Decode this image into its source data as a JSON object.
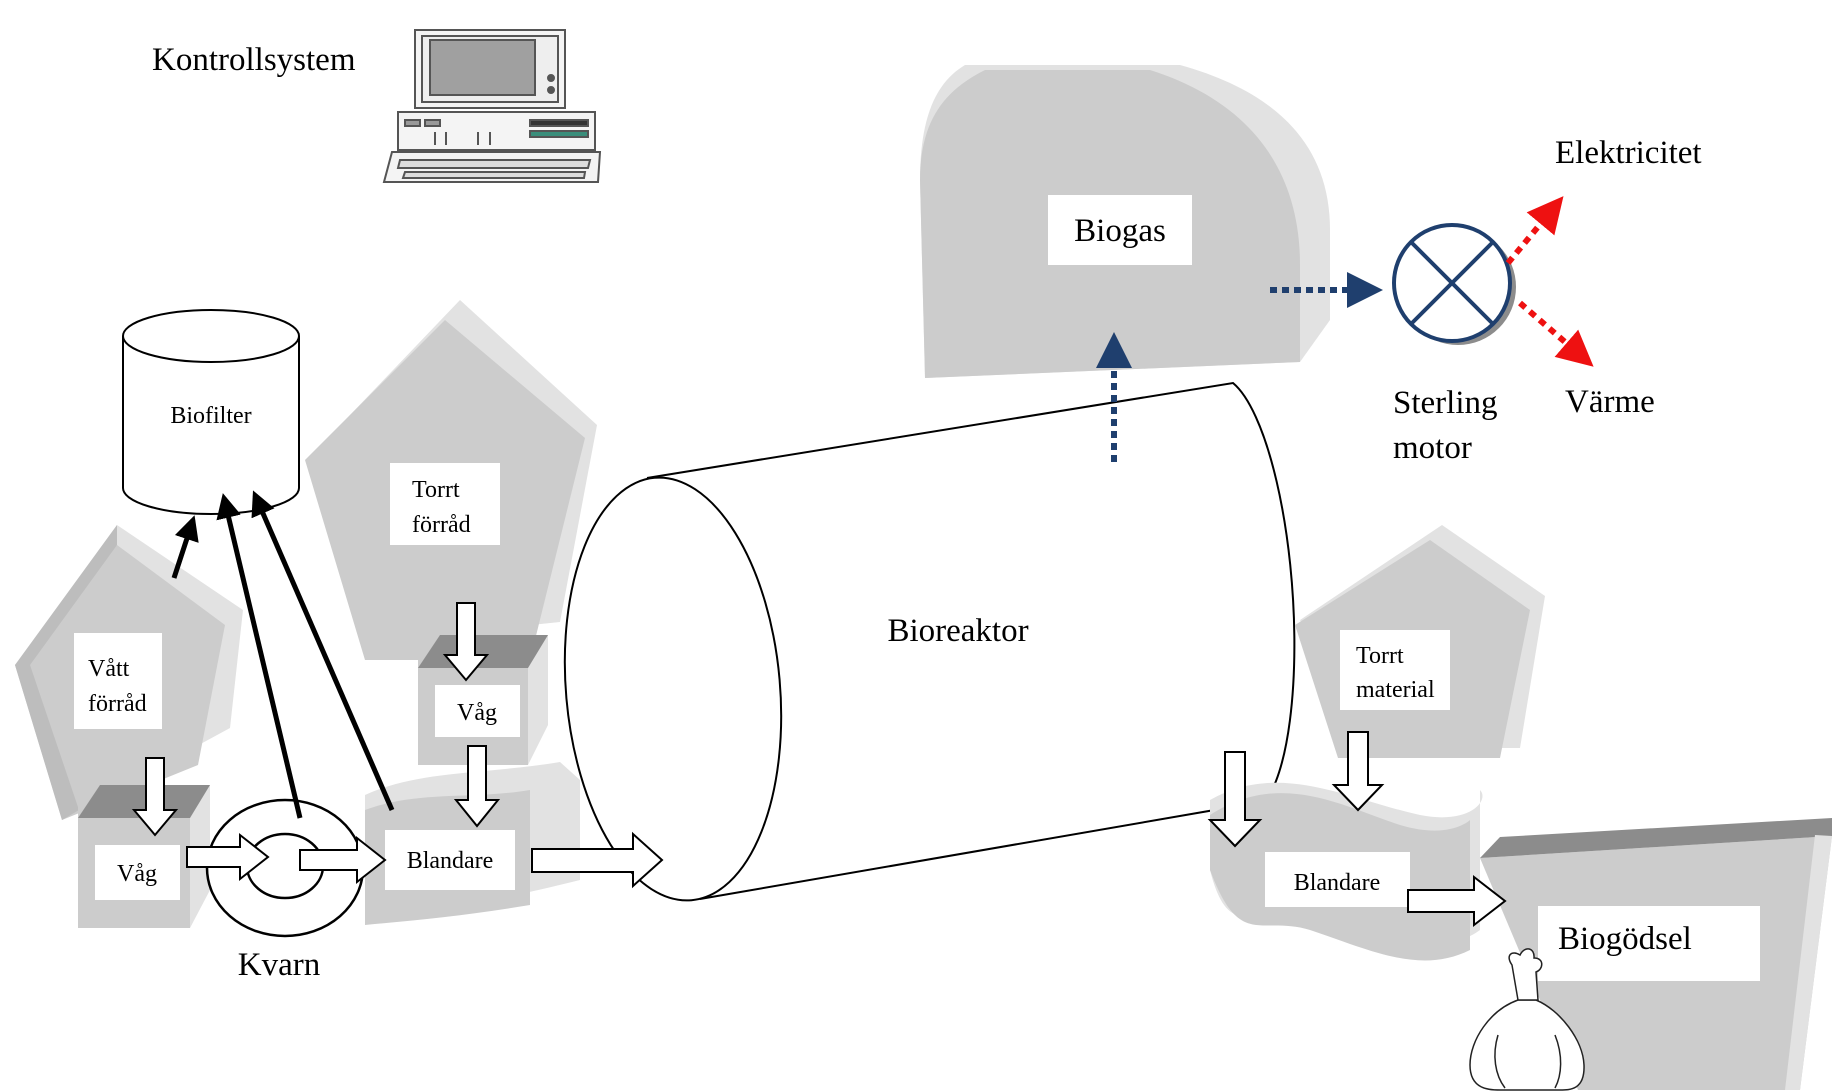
{
  "labels": {
    "kontrollsystem": "Kontrollsystem",
    "biofilter": "Biofilter",
    "vatt_forrad_1": "Vått",
    "vatt_forrad_2": "förråd",
    "torrt_forrad_1": "Torrt",
    "torrt_forrad_2": "förråd",
    "vag_left": "Våg",
    "vag_mid": "Våg",
    "blandare_left": "Blandare",
    "kvarn": "Kvarn",
    "bioreaktor": "Bioreaktor",
    "biogas": "Biogas",
    "sterling_1": "Sterling",
    "sterling_2": "motor",
    "elektricitet": "Elektricitet",
    "varme": "Värme",
    "torrt_material_1": "Torrt",
    "torrt_material_2": "material",
    "blandare_right": "Blandare",
    "biogodsel": "Biogödsel"
  },
  "colors": {
    "shape_face": "#cccccc",
    "shape_side": "#e2e2e2",
    "shape_top": "#8c8c8c",
    "gas_arrow": "#1f3f6e",
    "electric_arrow": "#ee1111",
    "outline": "#000000"
  }
}
